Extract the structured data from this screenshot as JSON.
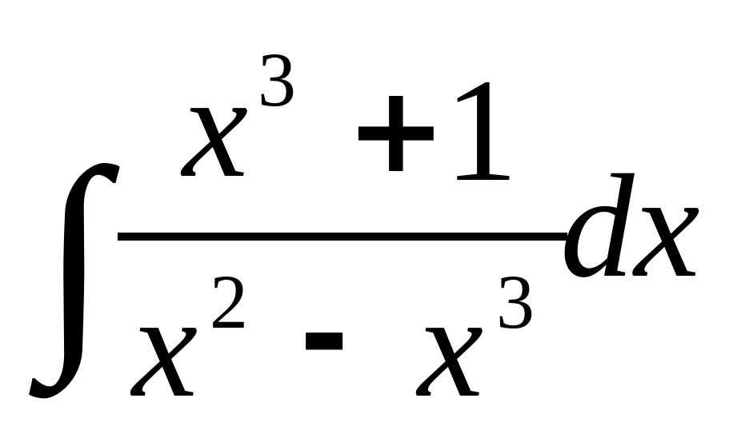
{
  "expression": {
    "integral_sign": "∫",
    "numerator": {
      "base": "x",
      "exponent": "3",
      "operator": "+",
      "constant": "1"
    },
    "denominator": {
      "term1_base": "x",
      "term1_exponent": "2",
      "operator": "-",
      "term2_base": "x",
      "term2_exponent": "3"
    },
    "differential": "dx"
  },
  "colors": {
    "ink": "#000000",
    "background": "#ffffff"
  }
}
